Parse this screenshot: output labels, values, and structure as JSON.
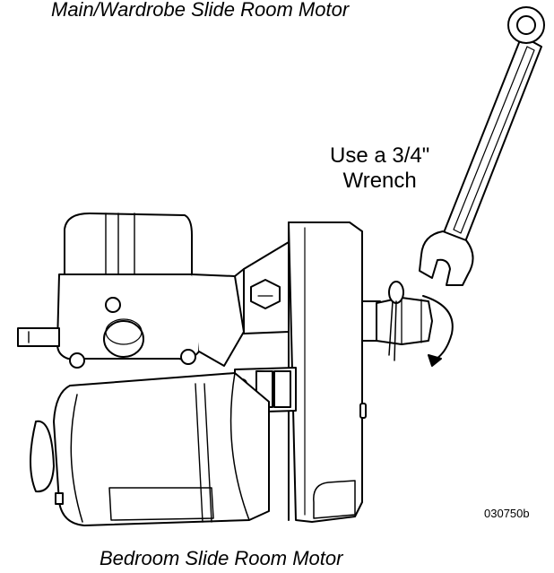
{
  "captions": {
    "top": "Main/Wardrobe Slide Room Motor",
    "bottom": "Bedroom Slide Room Motor"
  },
  "callout": {
    "line1": "Use a 3/4\"",
    "line2": "Wrench"
  },
  "figure_code": "030750b"
}
